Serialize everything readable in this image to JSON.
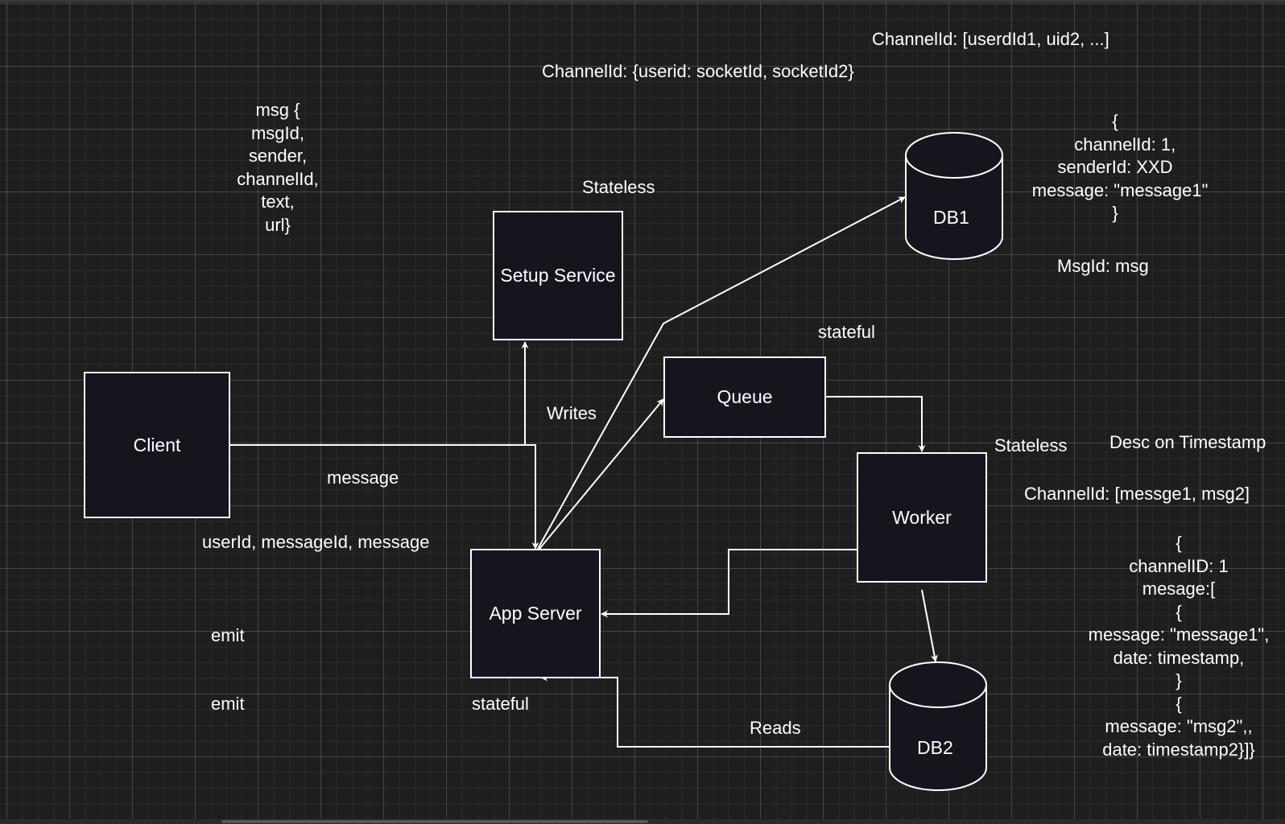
{
  "nodes": {
    "client": "Client",
    "setup_service": "Setup Service",
    "queue": "Queue",
    "worker": "Worker",
    "app_server": "App Server",
    "db1": "DB1",
    "db2": "DB2"
  },
  "labels": {
    "channel_users": "ChannelId: [userdId1, uid2, ...]",
    "channel_sockets": "ChannelId: {userid: socketId, socketId2}",
    "stateless_setup": "Stateless",
    "stateful_queue": "stateful",
    "stateless_worker": "Stateless",
    "desc_timestamp": "Desc on Timestamp",
    "channel_messages": "ChannelId: [messge1, msg2]",
    "writes": "Writes",
    "message": "message",
    "userid_messageid": "userId, messageId, message",
    "emit1": "emit",
    "emit2": "emit",
    "stateful_app": "stateful",
    "reads": "Reads",
    "msgid_msg": "MsgId: msg"
  },
  "blocks": {
    "msg_schema": "msg {\nmsgId,\nsender,\nchannelId,\ntext,\nurl}",
    "db1_record": "{\n    channelId: 1,\nsenderId: XXD\n  message: \"message1\"\n}",
    "db2_record": "{\nchannelID: 1\nmesage:[\n{\nmessage: \"message1\",\ndate: timestamp,\n}\n{\nmessage: \"msg2\",,\ndate: timestamp2}]}"
  },
  "colors": {
    "background": "#1e1e1e",
    "node_fill": "#18141d",
    "stroke": "#ffffff"
  }
}
